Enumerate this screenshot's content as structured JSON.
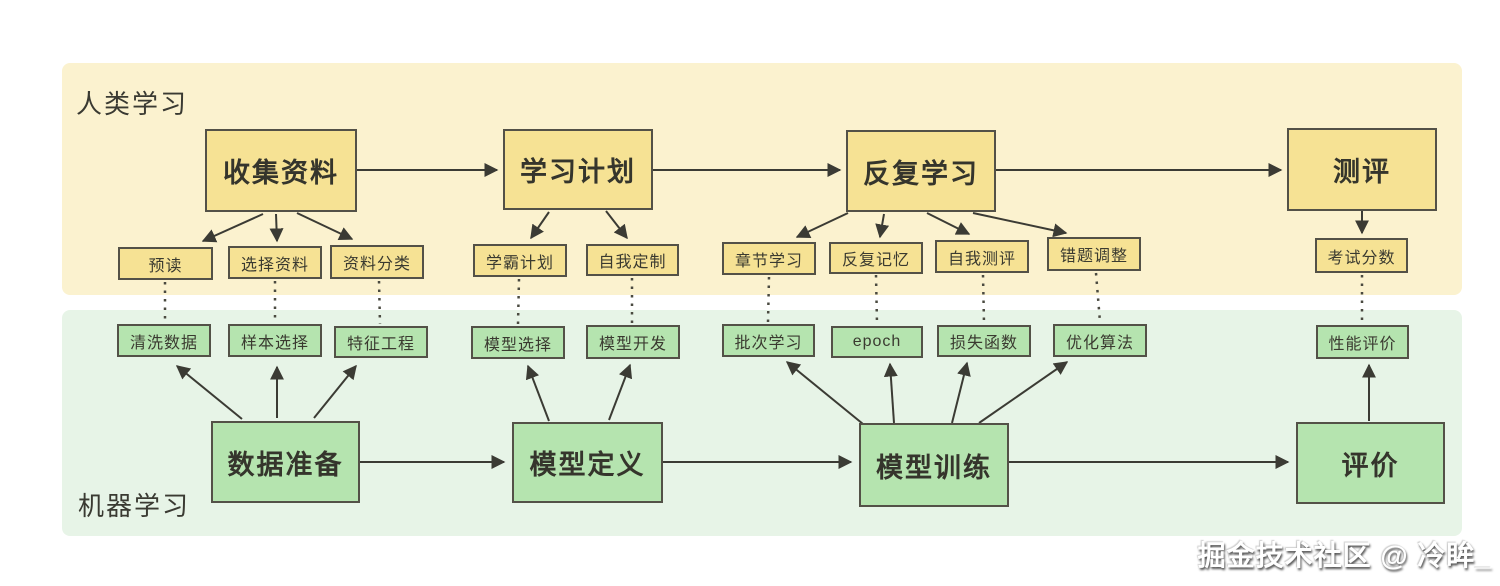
{
  "diagram": {
    "human": {
      "label": "人类学习",
      "main": [
        "收集资料",
        "学习计划",
        "反复学习",
        "测评"
      ],
      "subs": [
        "预读",
        "选择资料",
        "资料分类",
        "学霸计划",
        "自我定制",
        "章节学习",
        "反复记忆",
        "自我测评",
        "错题调整",
        "考试分数"
      ]
    },
    "machine": {
      "label": "机器学习",
      "main": [
        "数据准备",
        "模型定义",
        "模型训练",
        "评价"
      ],
      "subs": [
        "清洗数据",
        "样本选择",
        "特征工程",
        "模型选择",
        "模型开发",
        "批次学习",
        "epoch",
        "损失函数",
        "优化算法",
        "性能评价"
      ]
    },
    "colors": {
      "human_band": "#fbf2cf",
      "human_box": "#f6e294",
      "machine_band": "#e7f4e7",
      "machine_box": "#b5e4af",
      "border": "#535147",
      "arrow": "#3b3b34",
      "page_background": "#ffffff"
    }
  },
  "watermark": "掘金技术社区 @ 冷眸_"
}
